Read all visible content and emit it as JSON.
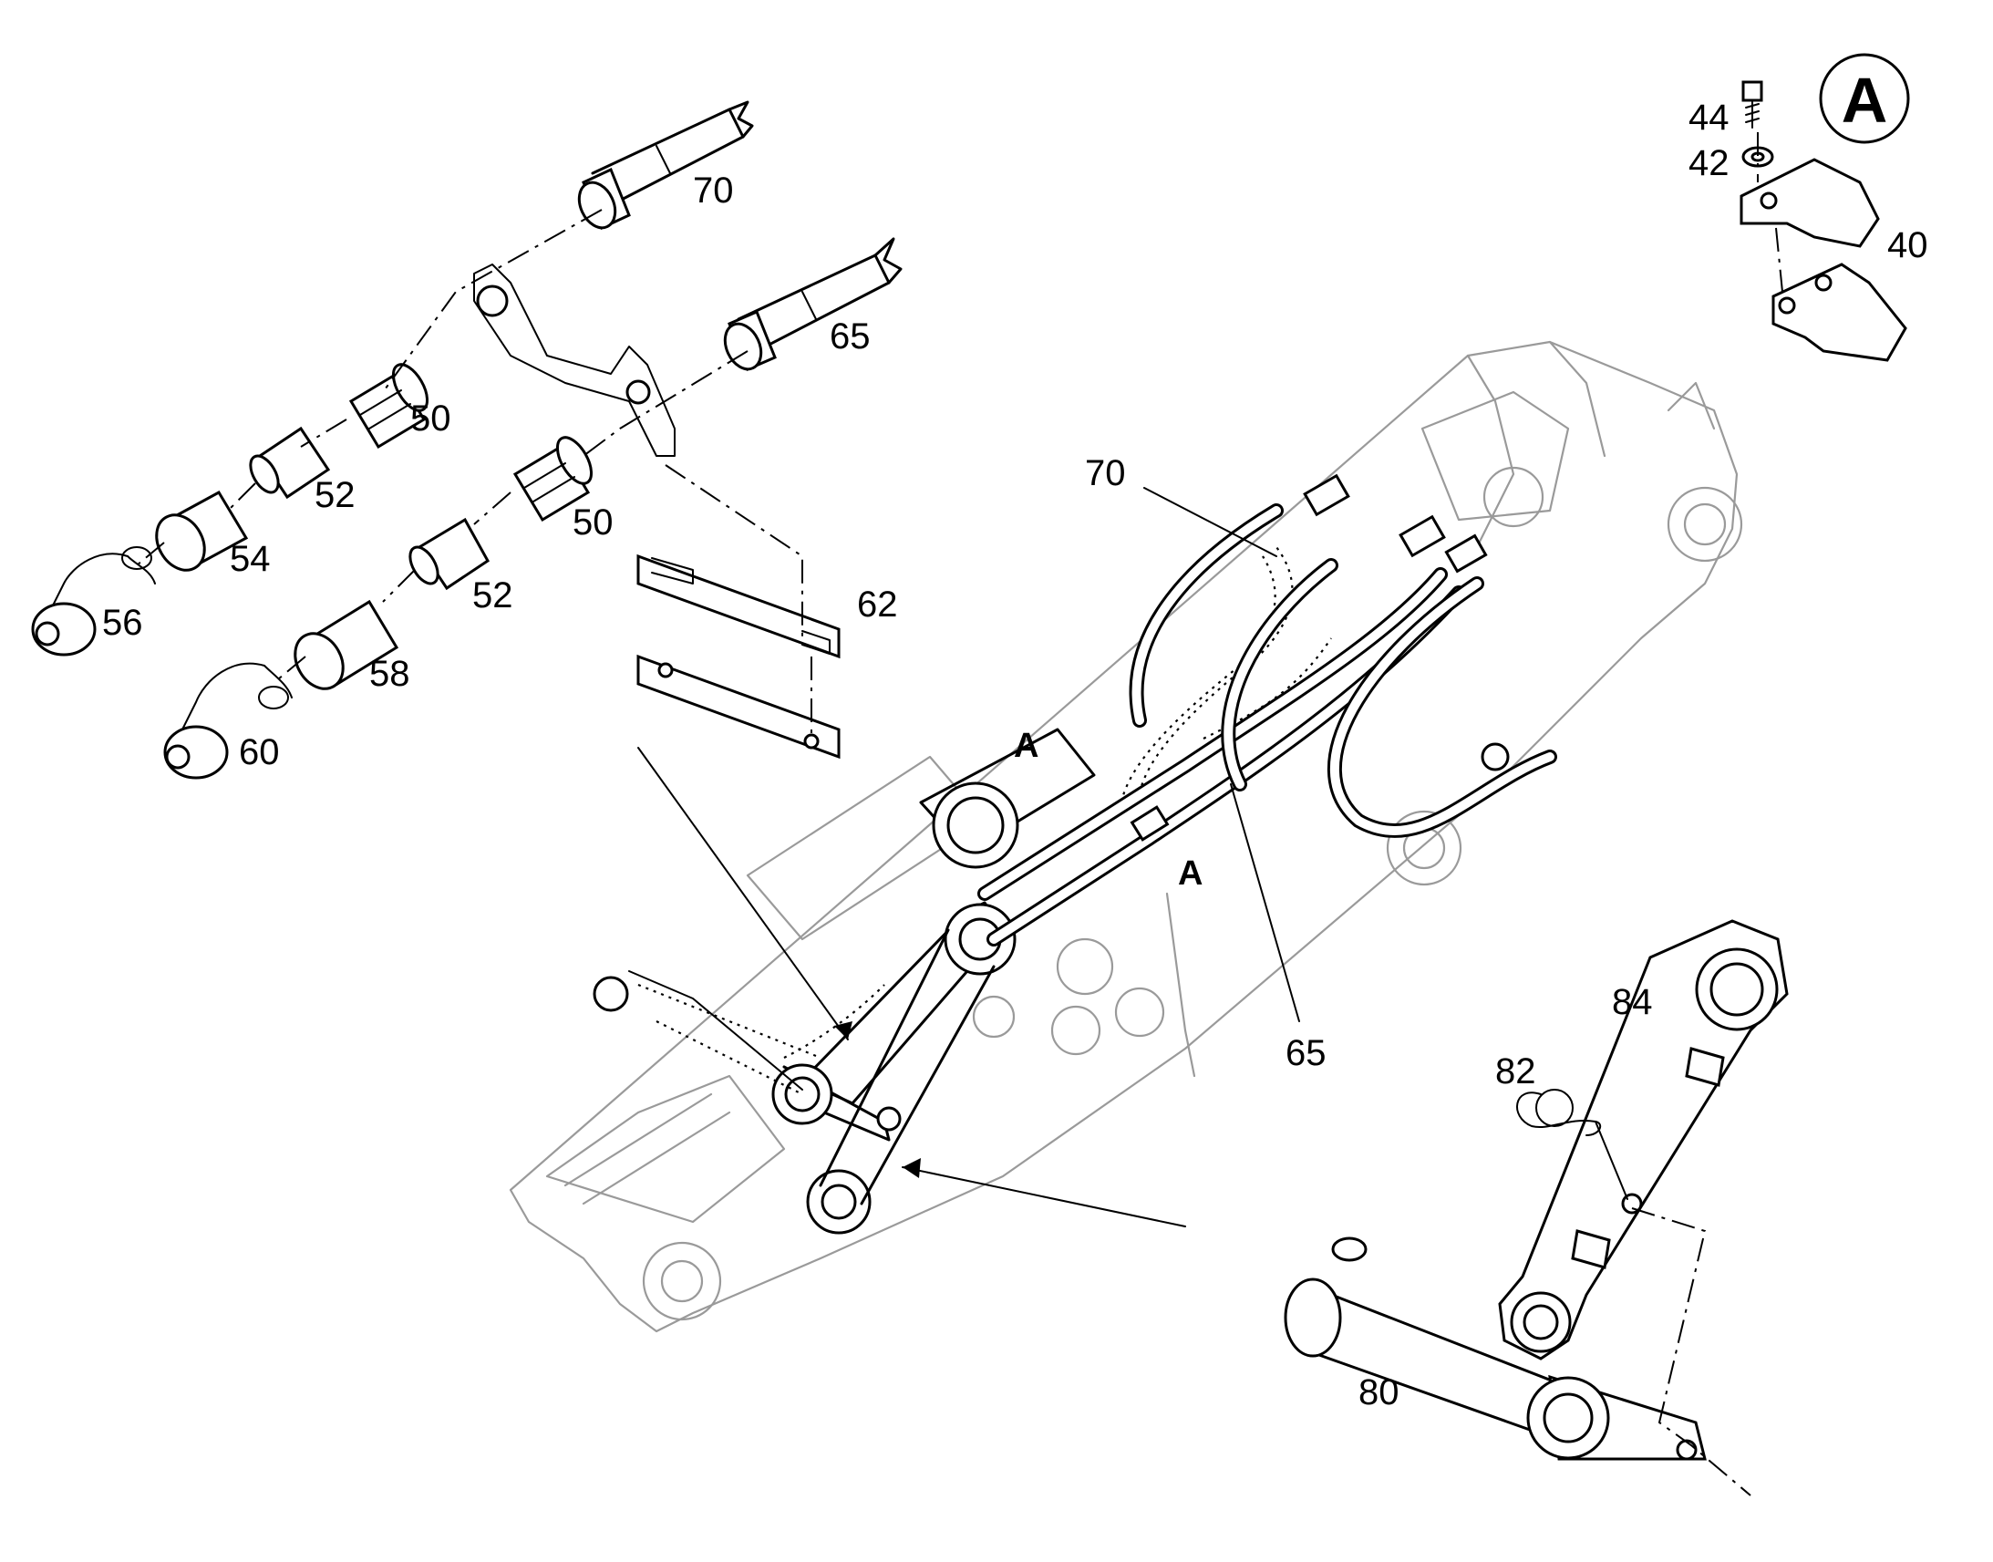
{
  "callouts": {
    "p70_top": "70",
    "p65_top": "65",
    "p50_a": "50",
    "p52_a": "52",
    "p54": "54",
    "p56": "56",
    "p50_b": "50",
    "p52_b": "52",
    "p58": "58",
    "p60": "60",
    "p62": "62",
    "p70_main": "70",
    "p65_main": "65",
    "p44": "44",
    "p42": "42",
    "p40": "40",
    "p84": "84",
    "p82": "82",
    "p80": "80"
  },
  "markers": {
    "detail_view": "A",
    "clamp_a1": "A",
    "clamp_a2": "A"
  }
}
